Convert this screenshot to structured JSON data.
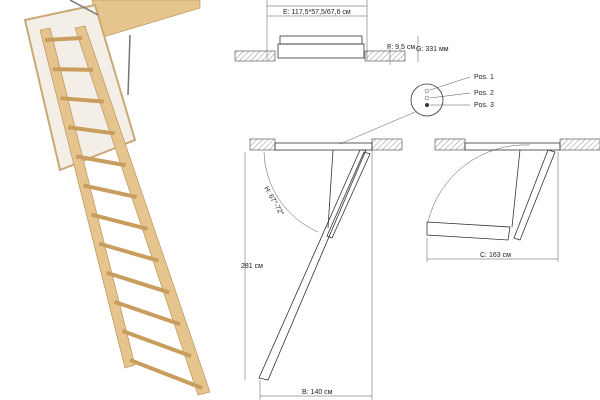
{
  "labels": {
    "e": "E: 117,5*57,5/67,6 см",
    "f": "F: 9,5 см",
    "g": "G: 331 мм",
    "pos1": "Pos. 1",
    "pos2": "Pos. 2",
    "pos3": "Pos. 3",
    "h": "H: 67°-72°",
    "a": "281 см",
    "b": "B: 140 см",
    "c": "C: 163 см"
  },
  "colors": {
    "wood": "#e6c48e",
    "line": "#333333"
  }
}
